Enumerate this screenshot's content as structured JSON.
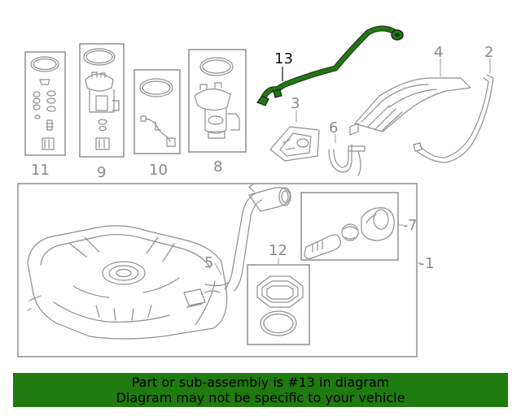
{
  "callouts": {
    "c1": "1",
    "c2": "2",
    "c3": "3",
    "c4": "4",
    "c5": "5",
    "c6": "6",
    "c7": "7",
    "c8": "8",
    "c9": "9",
    "c10": "10",
    "c11": "11",
    "c12": "12",
    "c13": "13"
  },
  "highlight": {
    "part_number": "13",
    "color": "#1f7a0f"
  },
  "banner": {
    "line1": "Part or sub-assembly is #13 in diagram",
    "line2": "Diagram may not be specific to your vehicle",
    "background": "#1f7a0f"
  }
}
